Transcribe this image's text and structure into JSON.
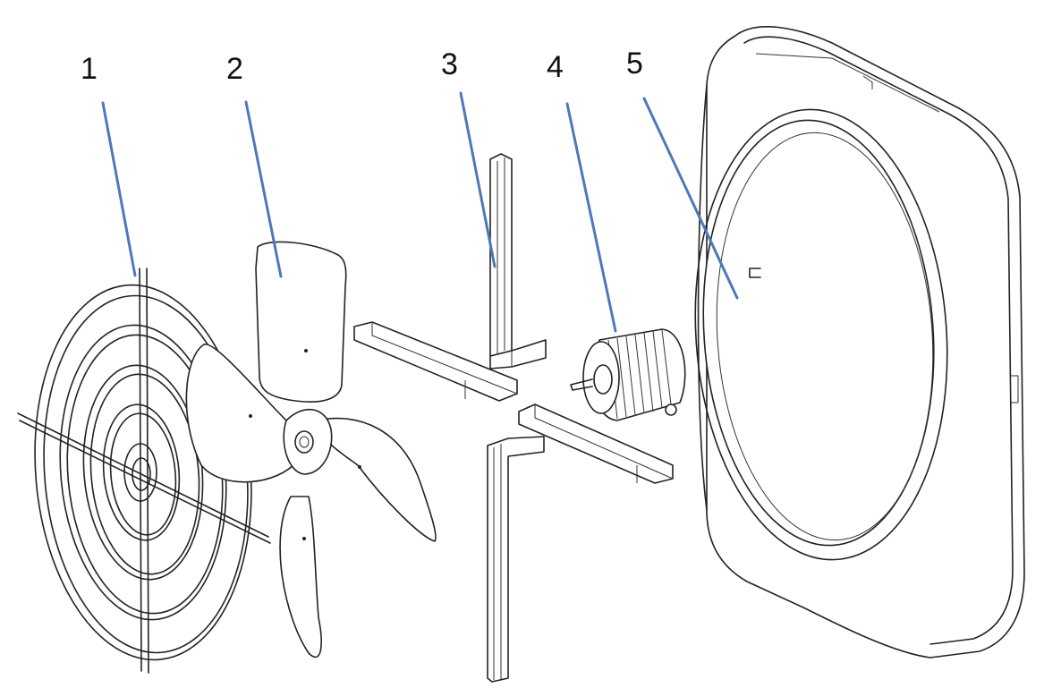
{
  "labels": {
    "part_1": "1",
    "part_2": "2",
    "part_3": "3",
    "part_4": "4",
    "part_5": "5"
  },
  "colors": {
    "leader_line": "#4f78b8",
    "outline": "#222222",
    "background": "#ffffff"
  }
}
